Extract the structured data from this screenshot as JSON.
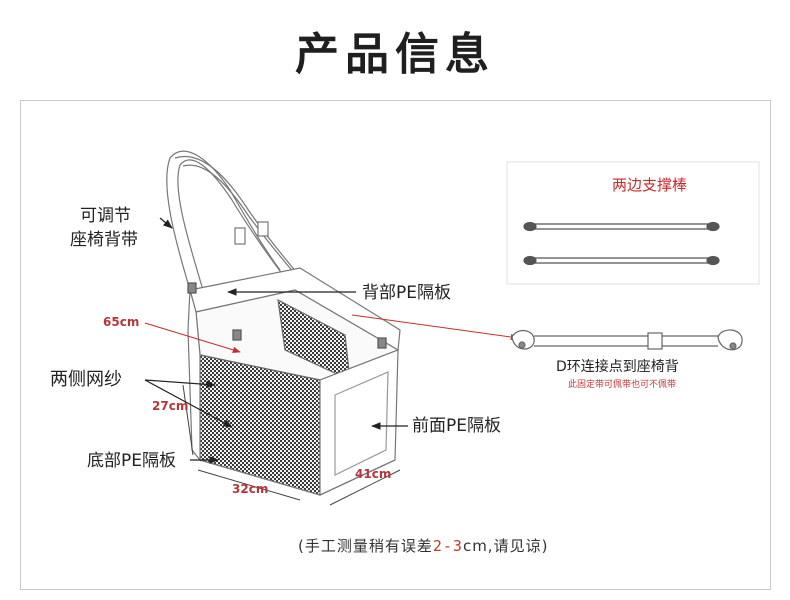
{
  "title": "产品信息",
  "labels": {
    "adjustable_strap_line1": "可调节",
    "adjustable_strap_line2": "座椅背带",
    "back_board": "背部PE隔板",
    "side_mesh": "两侧网纱",
    "bottom_board": "底部PE隔板",
    "front_board": "前面PE隔板",
    "support_rods": "两边支撑棒",
    "d_ring": "D环连接点到座椅背",
    "d_ring_note": "此固定带可佩带也可不佩带"
  },
  "dimensions": {
    "height": "65cm",
    "depth": "27cm",
    "width": "32cm",
    "length": "41cm"
  },
  "note": {
    "prefix": "(手工测量稍有误差",
    "range": "2-3",
    "suffix": "cm,请见谅)"
  },
  "colors": {
    "title": "#1f1f1f",
    "dimension_red": "#b5363a",
    "label_red": "#cc2a2a",
    "outline": "#777777",
    "mesh": "#555555"
  }
}
